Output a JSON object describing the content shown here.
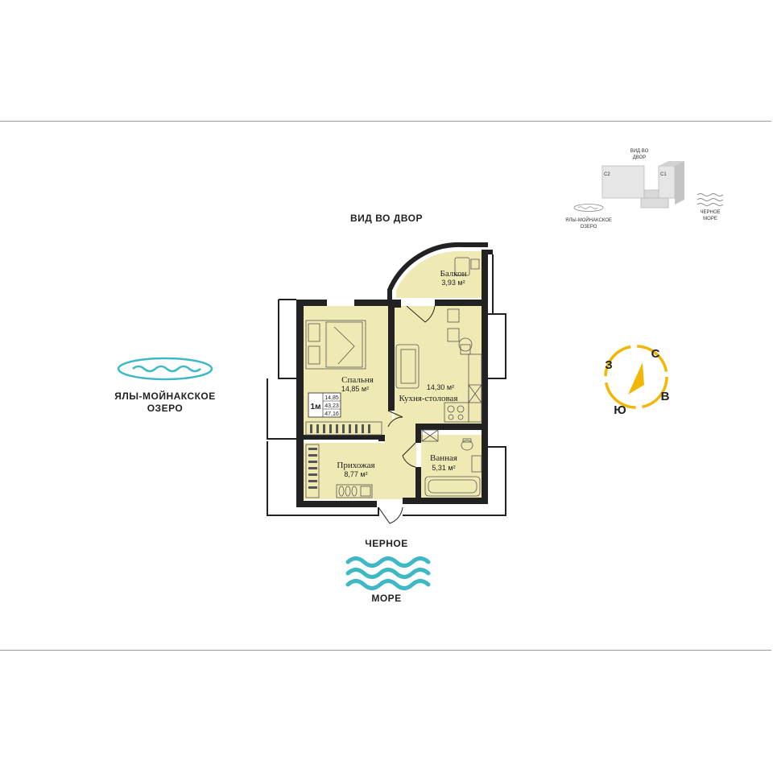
{
  "labels": {
    "courtyard_view": "ВИД ВО ДВОР",
    "lake_line1": "ЯЛЫ-МОЙНАКСКОЕ",
    "lake_line2": "ОЗЕРО",
    "sea_line1": "ЧЕРНОЕ",
    "sea_line2": "МОРЕ"
  },
  "minimap": {
    "courtyard_line1": "ВИД ВО",
    "courtyard_line2": "ДВОР",
    "block_c2": "С2",
    "block_c1": "С1",
    "lake_line1": "ЯЛЫ-МОЙНАКСКОЕ",
    "lake_line2": "ОЗЕРО",
    "sea_line1": "ЧЕРНОЕ",
    "sea_line2": "МОРЕ"
  },
  "rooms": {
    "balcony": {
      "name": "Балкон",
      "area": "3,93 м²"
    },
    "bedroom": {
      "name": "Спальня",
      "area": "14,85 м²"
    },
    "kitchen": {
      "name": "Кухня-столовая",
      "area": "14,30 м²"
    },
    "bathroom": {
      "name": "Ванная",
      "area": "5,31 м²"
    },
    "hallway": {
      "name": "Прихожая",
      "area": "8,77 м²"
    }
  },
  "apartment_badge": {
    "type": "1м",
    "living_area": "14,85",
    "total_area": "43,23",
    "area_with_balcony": "47,16"
  },
  "compass": {
    "north": "С",
    "east": "В",
    "south": "Ю",
    "west": "З"
  },
  "colors": {
    "room_fill": "#efeab4",
    "wall": "#222222",
    "water_accent": "#3fb8c6",
    "compass_accent": "#f2b705"
  }
}
